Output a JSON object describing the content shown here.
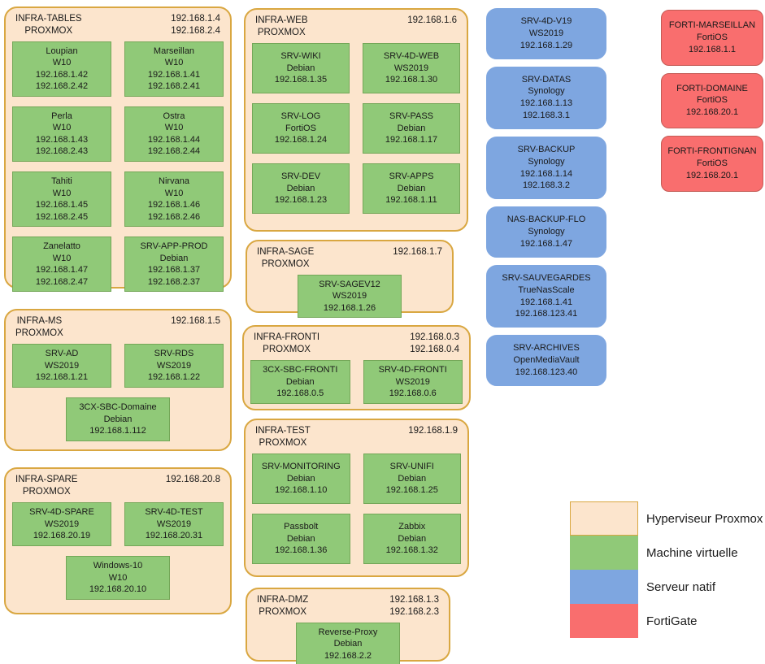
{
  "colors": {
    "hypervisor_fill": "#FCE5CD",
    "hypervisor_border": "#D9A741",
    "vm_fill": "#90C978",
    "vm_border": "#74A758",
    "native_fill": "#7EA6E0",
    "fortigate_fill": "#F96E6E",
    "fortigate_border": "#C45B55"
  },
  "hypervisors": [
    {
      "id": "infra-tables",
      "name": "INFRA-TABLES",
      "platform": "PROXMOX",
      "ips": [
        "192.168.1.4",
        "192.168.2.4"
      ],
      "vms": [
        {
          "name": "Loupian",
          "os": "W10",
          "ips": [
            "192.168.1.42",
            "192.168.2.42"
          ]
        },
        {
          "name": "Marseillan",
          "os": "W10",
          "ips": [
            "192.168.1.41",
            "192.168.2.41"
          ]
        },
        {
          "name": "Perla",
          "os": "W10",
          "ips": [
            "192.168.1.43",
            "192.168.2.43"
          ]
        },
        {
          "name": "Ostra",
          "os": "W10",
          "ips": [
            "192.168.1.44",
            "192.168.2.44"
          ]
        },
        {
          "name": "Tahiti",
          "os": "W10",
          "ips": [
            "192.168.1.45",
            "192.168.2.45"
          ]
        },
        {
          "name": "Nirvana",
          "os": "W10",
          "ips": [
            "192.168.1.46",
            "192.168.2.46"
          ]
        },
        {
          "name": "Zanelatto",
          "os": "W10",
          "ips": [
            "192.168.1.47",
            "192.168.2.47"
          ]
        },
        {
          "name": "SRV-APP-PROD",
          "os": "Debian",
          "ips": [
            "192.168.1.37",
            "192.168.2.37"
          ]
        }
      ]
    },
    {
      "id": "infra-ms",
      "name": "INFRA-MS",
      "platform": "PROXMOX",
      "ips": [
        "192.168.1.5"
      ],
      "vms": [
        {
          "name": "SRV-AD",
          "os": "WS2019",
          "ips": [
            "192.168.1.21"
          ]
        },
        {
          "name": "SRV-RDS",
          "os": "WS2019",
          "ips": [
            "192.168.1.22"
          ]
        },
        {
          "name": "3CX-SBC-Domaine",
          "os": "Debian",
          "ips": [
            "192.168.1.112"
          ]
        }
      ]
    },
    {
      "id": "infra-spare",
      "name": "INFRA-SPARE",
      "platform": "PROXMOX",
      "ips": [
        "192.168.20.8"
      ],
      "vms": [
        {
          "name": "SRV-4D-SPARE",
          "os": "WS2019",
          "ips": [
            "192.168.20.19"
          ]
        },
        {
          "name": "SRV-4D-TEST",
          "os": "WS2019",
          "ips": [
            "192.168.20.31"
          ]
        },
        {
          "name": "Windows-10",
          "os": "W10",
          "ips": [
            "192.168.20.10"
          ]
        }
      ]
    },
    {
      "id": "infra-web",
      "name": "INFRA-WEB",
      "platform": "PROXMOX",
      "ips": [
        "192.168.1.6"
      ],
      "vms": [
        {
          "name": "SRV-WIKI",
          "os": "Debian",
          "ips": [
            "192.168.1.35"
          ]
        },
        {
          "name": "SRV-4D-WEB",
          "os": "WS2019",
          "ips": [
            "192.168.1.30"
          ]
        },
        {
          "name": "SRV-LOG",
          "os": "FortiOS",
          "ips": [
            "192.168.1.24"
          ]
        },
        {
          "name": "SRV-PASS",
          "os": "Debian",
          "ips": [
            "192.168.1.17"
          ]
        },
        {
          "name": "SRV-DEV",
          "os": "Debian",
          "ips": [
            "192.168.1.23"
          ]
        },
        {
          "name": "SRV-APPS",
          "os": "Debian",
          "ips": [
            "192.168.1.11"
          ]
        }
      ]
    },
    {
      "id": "infra-sage",
      "name": "INFRA-SAGE",
      "platform": "PROXMOX",
      "ips": [
        "192.168.1.7"
      ],
      "vms": [
        {
          "name": "SRV-SAGEV12",
          "os": "WS2019",
          "ips": [
            "192.168.1.26"
          ]
        }
      ]
    },
    {
      "id": "infra-fronti",
      "name": "INFRA-FRONTI",
      "platform": "PROXMOX",
      "ips": [
        "192.168.0.3",
        "192.168.0.4"
      ],
      "vms": [
        {
          "name": "3CX-SBC-FRONTI",
          "os": "Debian",
          "ips": [
            "192.168.0.5"
          ]
        },
        {
          "name": "SRV-4D-FRONTI",
          "os": "WS2019",
          "ips": [
            "192.168.0.6"
          ]
        }
      ]
    },
    {
      "id": "infra-test",
      "name": "INFRA-TEST",
      "platform": "PROXMOX",
      "ips": [
        "192.168.1.9"
      ],
      "vms": [
        {
          "name": "SRV-MONITORING",
          "os": "Debian",
          "ips": [
            "192.168.1.10"
          ]
        },
        {
          "name": "SRV-UNIFI",
          "os": "Debian",
          "ips": [
            "192.168.1.25"
          ]
        },
        {
          "name": "Passbolt",
          "os": "Debian",
          "ips": [
            "192.168.1.36"
          ]
        },
        {
          "name": "Zabbix",
          "os": "Debian",
          "ips": [
            "192.168.1.32"
          ]
        }
      ]
    },
    {
      "id": "infra-dmz",
      "name": "INFRA-DMZ",
      "platform": "PROXMOX",
      "ips": [
        "192.168.1.3",
        "192.168.2.3"
      ],
      "vms": [
        {
          "name": "Reverse-Proxy",
          "os": "Debian",
          "ips": [
            "192.168.2.2"
          ]
        }
      ]
    }
  ],
  "native_servers": [
    {
      "name": "SRV-4D-V19",
      "os": "WS2019",
      "ips": [
        "192.168.1.29"
      ]
    },
    {
      "name": "SRV-DATAS",
      "os": "Synology",
      "ips": [
        "192.168.1.13",
        "192.168.3.1"
      ]
    },
    {
      "name": "SRV-BACKUP",
      "os": "Synology",
      "ips": [
        "192.168.1.14",
        "192.168.3.2"
      ]
    },
    {
      "name": "NAS-BACKUP-FLO",
      "os": "Synology",
      "ips": [
        "192.168.1.47"
      ]
    },
    {
      "name": "SRV-SAUVEGARDES",
      "os": "TrueNasScale",
      "ips": [
        "192.168.1.41",
        "192.168.123.41"
      ]
    },
    {
      "name": "SRV-ARCHIVES",
      "os": "OpenMediaVault",
      "ips": [
        "192.168.123.40"
      ]
    }
  ],
  "fortigates": [
    {
      "name": "FORTI-MARSEILLAN",
      "os": "FortiOS",
      "ips": [
        "192.168.1.1"
      ]
    },
    {
      "name": "FORTI-DOMAINE",
      "os": "FortiOS",
      "ips": [
        "192.168.20.1"
      ]
    },
    {
      "name": "FORTI-FRONTIGNAN",
      "os": "FortiOS",
      "ips": [
        "192.168.20.1"
      ]
    }
  ],
  "legend": {
    "items": [
      {
        "label": "Hyperviseur Proxmox",
        "color": "#FCE5CD",
        "border": "#D9A741"
      },
      {
        "label": "Machine virtuelle",
        "color": "#90C978",
        "border": ""
      },
      {
        "label": "Serveur natif",
        "color": "#7EA6E0",
        "border": ""
      },
      {
        "label": "FortiGate",
        "color": "#F96E6E",
        "border": ""
      }
    ]
  }
}
